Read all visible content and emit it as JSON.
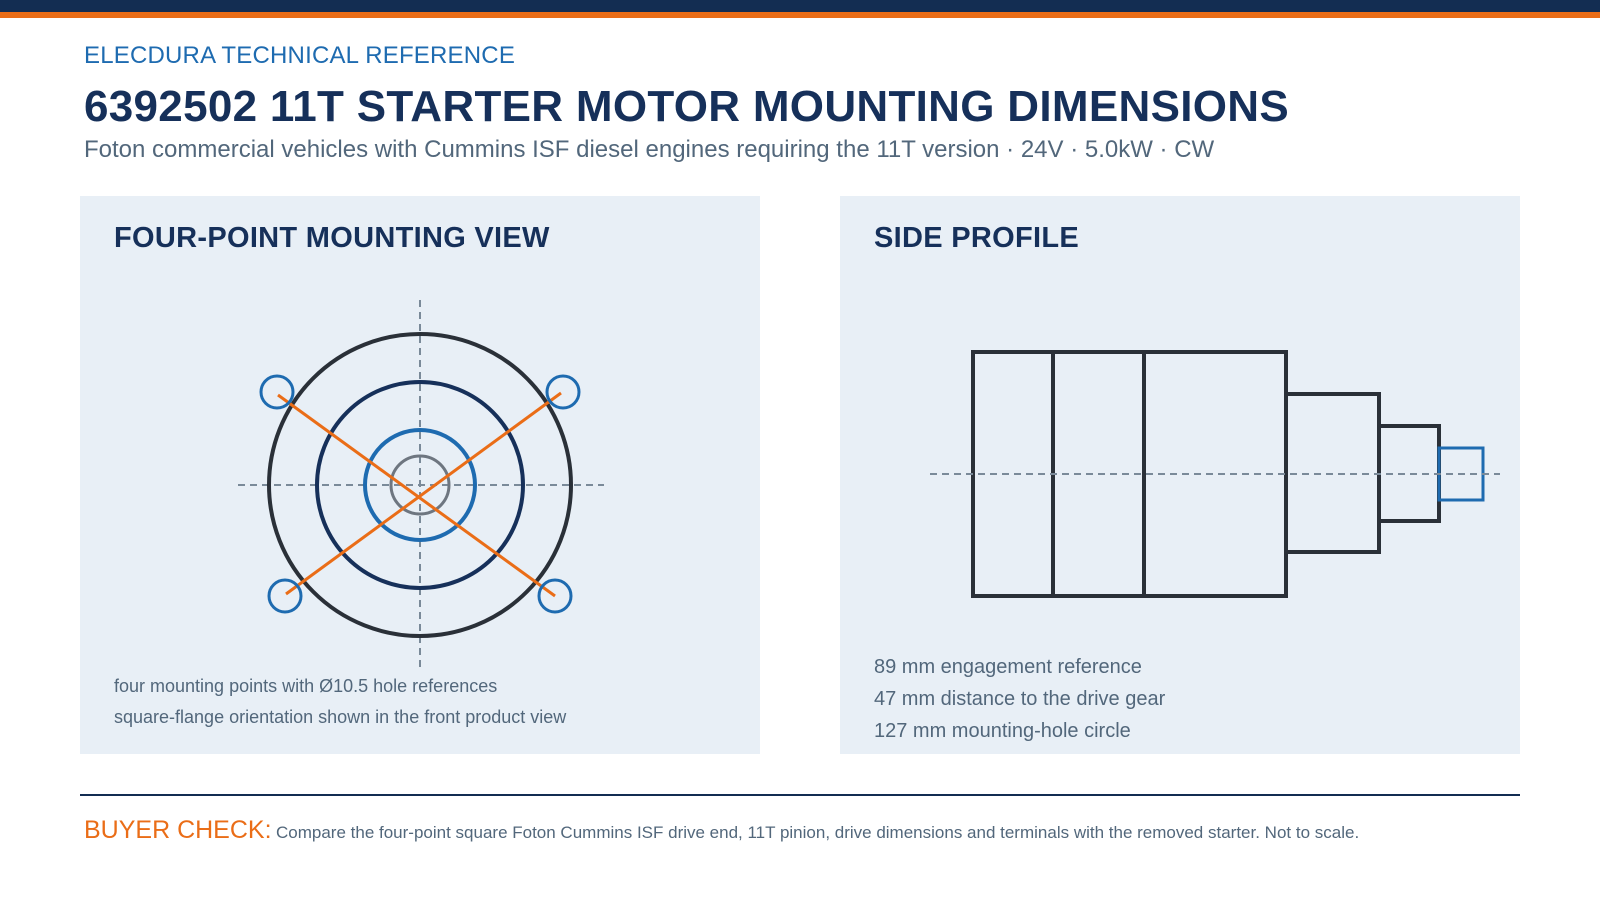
{
  "header": {
    "eyebrow": "ELECDURA TECHNICAL REFERENCE",
    "title": "6392502 11T STARTER MOTOR MOUNTING DIMENSIONS",
    "subtitle": "Foton commercial vehicles with Cummins ISF diesel engines requiring the 11T version · 24V · 5.0kW · CW"
  },
  "mounting_view": {
    "title": "FOUR-POINT MOUNTING VIEW",
    "notes": [
      "four mounting points with Ø10.5 hole references",
      "square-flange orientation shown in the front product view"
    ]
  },
  "side_profile": {
    "title": "SIDE PROFILE",
    "specs": [
      "89 mm engagement reference",
      "47 mm distance to the drive gear",
      "127 mm mounting-hole circle"
    ]
  },
  "footer": {
    "label": "BUYER CHECK:",
    "text": "Compare the four-point square Foton Cummins ISF drive end, 11T pinion, drive dimensions and terminals with the removed starter. Not to scale."
  },
  "colors": {
    "navy": "#132d52",
    "orange": "#ea6d17",
    "blue": "#1e6bb0",
    "outline": "#2a3038",
    "panel": "#e8eff6",
    "text_gray": "#52677b"
  }
}
